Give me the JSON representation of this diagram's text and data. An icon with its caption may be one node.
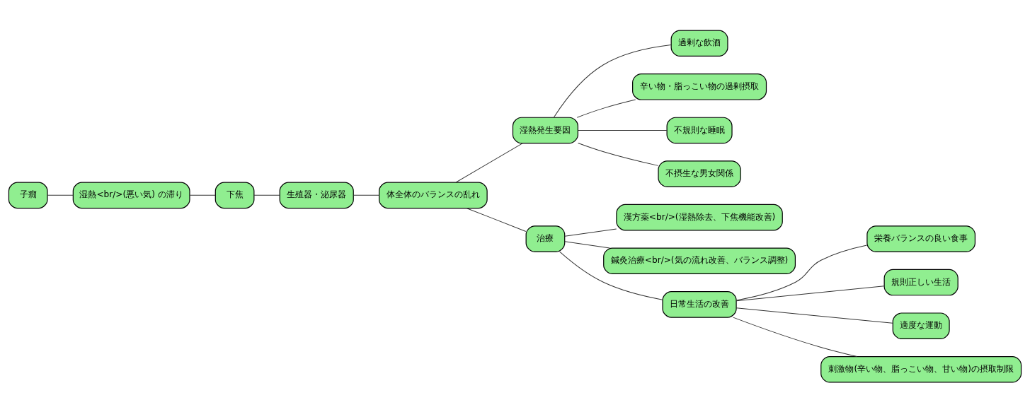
{
  "diagram": {
    "nodes": [
      {
        "text": [
          "子癇"
        ]
      },
      {
        "text": [
          "湿熱<br/>(悪い気) の滞り"
        ]
      },
      {
        "text": [
          "下焦"
        ]
      },
      {
        "text": [
          "生殖器・泌尿器"
        ]
      },
      {
        "text": [
          "体全体のバランスの乱れ"
        ]
      },
      {
        "text": [
          "湿熱発生要因"
        ]
      },
      {
        "text": [
          "過剰な飲酒"
        ]
      },
      {
        "text": [
          "辛い物・脂っこい物の過剰摂取"
        ]
      },
      {
        "text": [
          "不規則な睡眠"
        ]
      },
      {
        "text": [
          "不摂生な男女関係"
        ]
      },
      {
        "text": [
          "治療"
        ]
      },
      {
        "text": [
          "漢方薬<br/>(湿熱除去、下焦機能改善)"
        ]
      },
      {
        "text": [
          "鍼灸治療<br/>(気の流れ改善、バランス調整)"
        ]
      },
      {
        "text": [
          "日常生活の改善"
        ]
      },
      {
        "text": [
          "栄養バランスの良い食事"
        ]
      },
      {
        "text": [
          "規則正しい生活"
        ]
      },
      {
        "text": [
          "適度な運動"
        ]
      },
      {
        "text": [
          "刺激物(辛い物、脂っこい物、甘い物)の摂取制限"
        ]
      }
    ],
    "edges": [
      {
        "from": 0,
        "to": 1,
        "arrow": "none"
      },
      {
        "from": 1,
        "to": 2,
        "arrow": "none"
      },
      {
        "from": 2,
        "to": 3,
        "arrow": "none"
      },
      {
        "from": 3,
        "to": 4,
        "arrow": "none"
      },
      {
        "from": 4,
        "to": 5,
        "arrow": "none"
      },
      {
        "from": 5,
        "to": 6,
        "arrow": "none"
      },
      {
        "from": 5,
        "to": 7,
        "arrow": "none"
      },
      {
        "from": 5,
        "to": 8,
        "arrow": "none"
      },
      {
        "from": 5,
        "to": 9,
        "arrow": "none"
      },
      {
        "from": 4,
        "to": 10,
        "arrow": "none"
      },
      {
        "from": 10,
        "to": 11,
        "arrow": "none"
      },
      {
        "from": 10,
        "to": 12,
        "arrow": "none"
      },
      {
        "from": 10,
        "to": 13,
        "arrow": "none"
      },
      {
        "from": 13,
        "to": 14,
        "arrow": "none"
      },
      {
        "from": 13,
        "to": 15,
        "arrow": "none"
      },
      {
        "from": 13,
        "to": 16,
        "arrow": "none"
      },
      {
        "from": 13,
        "to": 17,
        "arrow": "none"
      }
    ]
  }
}
